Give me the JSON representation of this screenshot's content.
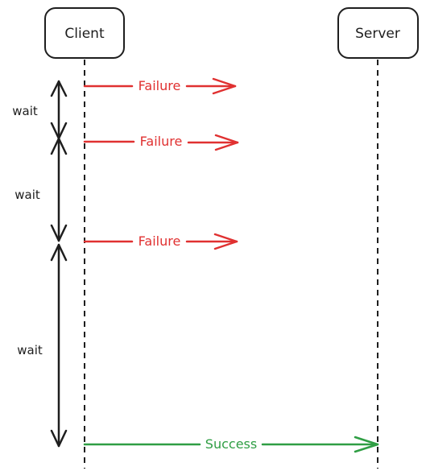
{
  "colors": {
    "ink": "#1e1e1e",
    "failure": "#e03131",
    "success": "#2f9e44",
    "background": "#ffffff"
  },
  "actors": {
    "client": "Client",
    "server": "Server"
  },
  "messages": [
    {
      "label": "Failure",
      "status": "failure"
    },
    {
      "label": "Failure",
      "status": "failure"
    },
    {
      "label": "Failure",
      "status": "failure"
    },
    {
      "label": "Success",
      "status": "success"
    }
  ],
  "waits": [
    {
      "label": "wait"
    },
    {
      "label": "wait"
    },
    {
      "label": "wait"
    }
  ]
}
